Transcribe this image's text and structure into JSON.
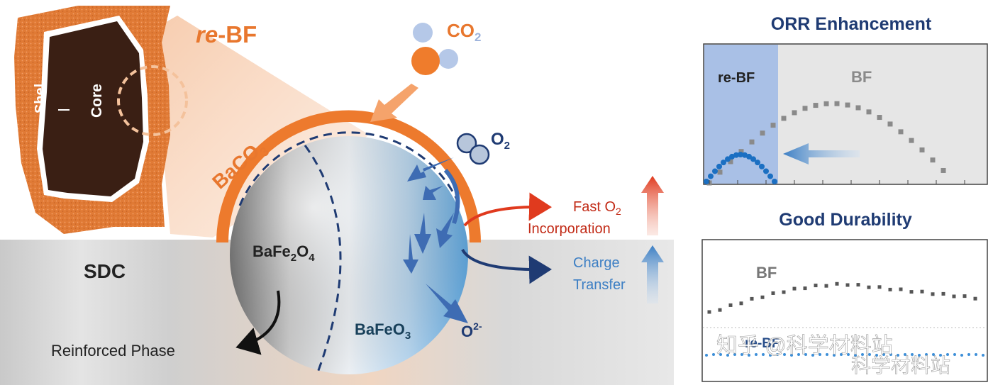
{
  "schematic": {
    "title_prefix": "re",
    "title_suffix": "-BF",
    "shell_label": "Shel",
    "core_label": "Core",
    "co2_label_main": "CO",
    "co2_label_sub": "2",
    "o2_label_main": "O",
    "o2_label_sub": "2",
    "baco3_label_main": "BaCO",
    "baco3_label_sub": "3",
    "bafe2o4_label": {
      "a": "BaFe",
      "b": "2",
      "c": "O",
      "d": "4"
    },
    "bafeo3_label_main": "BaFeO",
    "bafeo3_label_sub": "3",
    "o2minus_label_main": "O",
    "o2minus_label_sup": "2-",
    "sdc_label": "SDC",
    "fast_o2_line1_main": "Fast O",
    "fast_o2_line1_sub": "2",
    "fast_o2_line2": "Incorporation",
    "charge_line1": "Charge",
    "charge_line2": "Transfer",
    "reinforced_label": "Reinforced Phase"
  },
  "orr_panel": {
    "title": "ORR Enhancement",
    "series_rebf": "re-BF",
    "series_bf": "BF"
  },
  "durability_panel": {
    "title": "Good Durability",
    "series_bf": "BF",
    "series_rebf": "re-BF"
  },
  "watermark": {
    "line1": "知乎 @科学材料站",
    "line2": "科学材料站"
  },
  "colors": {
    "orange": "#e8772e",
    "navy": "#1f3b73",
    "light_blue": "#9db3dc",
    "red": "#e03a1e",
    "blue_arrow": "#4a86c8",
    "gray": "#8a8a8a"
  }
}
